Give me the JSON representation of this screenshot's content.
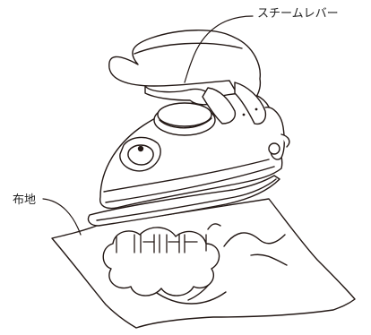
{
  "labels": {
    "steam_lever": "スチームレバー",
    "cloth": "布地"
  },
  "colors": {
    "line": "#231815",
    "fill": "#ffffff",
    "dot": "#231815"
  },
  "icons": {
    "illustration": "steam-iron-on-cloth"
  }
}
